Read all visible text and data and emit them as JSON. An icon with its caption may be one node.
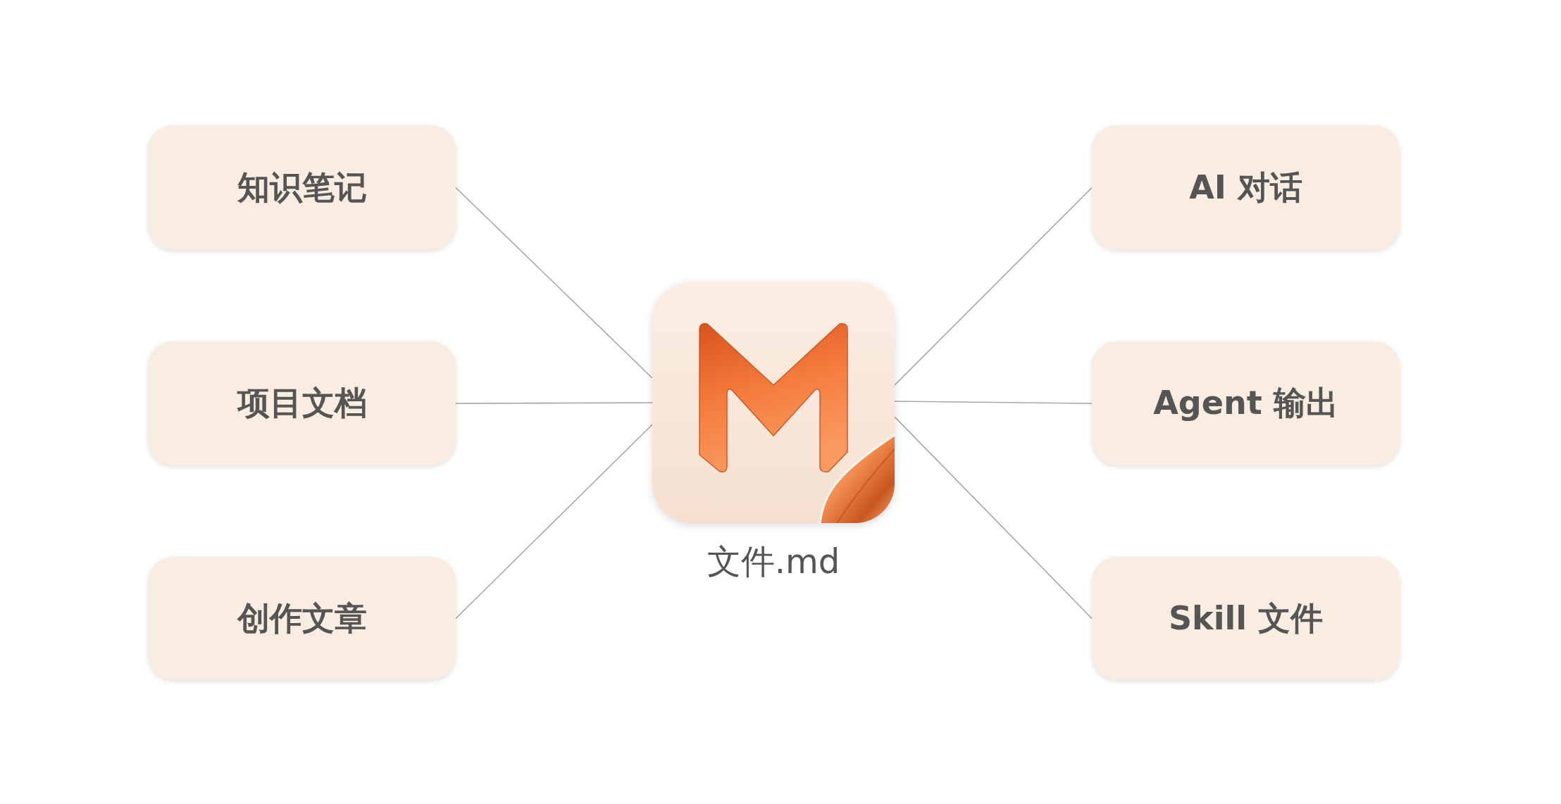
{
  "diagram": {
    "nodes": [
      {
        "text": [
          "知识笔记"
        ]
      },
      {
        "text": [
          "项目文档"
        ]
      },
      {
        "text": [
          "创作文章"
        ]
      },
      {
        "text": [
          "文件.md"
        ]
      },
      {
        "text": [
          "AI 对话"
        ]
      },
      {
        "text": [
          "Agent 输出"
        ]
      },
      {
        "text": [
          "Skill 文件"
        ]
      }
    ],
    "edges": [
      {
        "from": 0,
        "to": 3,
        "arrow": "none"
      },
      {
        "from": 1,
        "to": 3,
        "arrow": "none"
      },
      {
        "from": 2,
        "to": 3,
        "arrow": "none"
      },
      {
        "from": 3,
        "to": 4,
        "arrow": "none"
      },
      {
        "from": 3,
        "to": 5,
        "arrow": "none"
      },
      {
        "from": 3,
        "to": 6,
        "arrow": "none"
      }
    ]
  }
}
